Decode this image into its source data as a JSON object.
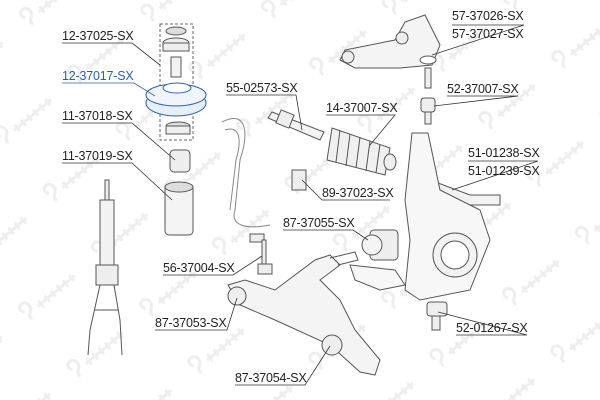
{
  "watermark": "STELLOX",
  "highlight_color": "#2d5fa8",
  "labels": {
    "upper_mount_kit": "12-37025-SX",
    "strut_mount": "12-37017-SX",
    "bump_stop": "11-37018-SX",
    "dust_boot": "11-37019-SX",
    "upper_arm_l": "57-37026-SX",
    "upper_arm_r": "57-37027-SX",
    "tie_rod": "55-02573-SX",
    "upper_ball_joint": "52-37007-SX",
    "rack_boot": "14-37007-SX",
    "tie_rod_end_l": "51-01238-SX",
    "tie_rod_end_r": "51-01239-SX",
    "stab_bushing": "89-37023-SX",
    "arm_bushing_rear": "87-37055-SX",
    "stab_link": "56-37004-SX",
    "arm_bushing_front": "87-37053-SX",
    "lower_ball_joint": "52-01267-SX",
    "arm_bushing_lower": "87-37054-SX"
  }
}
